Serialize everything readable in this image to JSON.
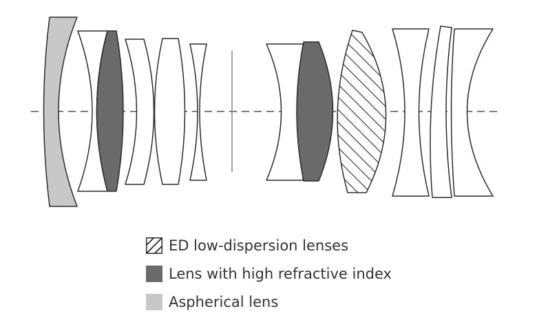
{
  "colors": {
    "outline": "#2b2b2b",
    "axis": "#555555",
    "aspherical": "#c8c8c8",
    "high_index": "#6a6a6a",
    "ed_hatch": "#2b2b2b",
    "background": "#ffffff"
  },
  "legend": [
    {
      "key": "ed",
      "label": "ED low-dispersion lenses"
    },
    {
      "key": "high_index",
      "label": "Lens with high refractive index"
    },
    {
      "key": "aspherical",
      "label": "Aspherical lens"
    }
  ]
}
